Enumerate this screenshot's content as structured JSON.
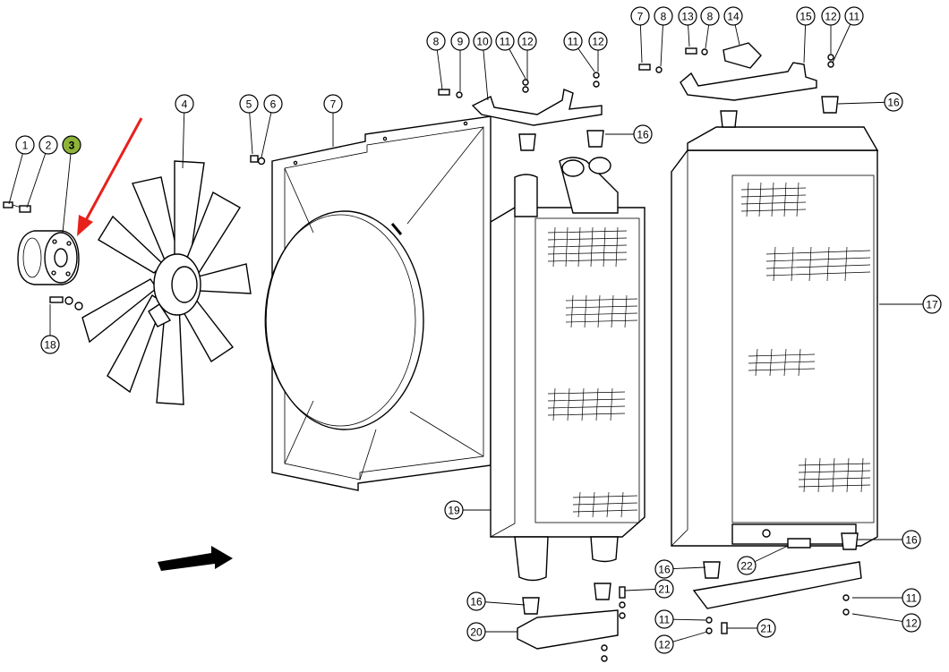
{
  "diagram": {
    "callouts": [
      "1",
      "2",
      "3",
      "4",
      "5",
      "6",
      "7",
      "8",
      "9",
      "10",
      "11",
      "12",
      "13",
      "14",
      "15",
      "16",
      "17",
      "18",
      "19",
      "20",
      "21",
      "22"
    ],
    "highlighted_callout": "3",
    "highlight_color": "#8db33a",
    "pointer_arrow_color": "#e8211b",
    "flow_arrow_color": "#000000"
  }
}
